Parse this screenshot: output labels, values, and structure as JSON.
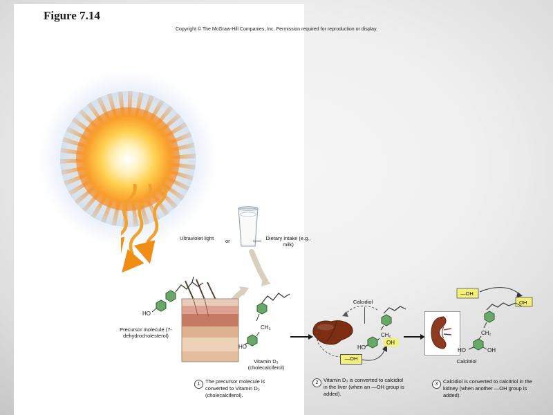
{
  "figure": {
    "title": "Figure 7.14"
  },
  "copyright": "Copyright © The McGraw-Hill Companies, Inc. Permission required for reproduction or display.",
  "labels": {
    "uv": "Ultraviolet light",
    "or": "or",
    "dietary": "Dietary intake (e.g., milk)",
    "precursor": "Precursor molecule (7-dehydrocholesterol)",
    "vitamin_name": "Vitamin D₃",
    "vitamin_sub": "(cholecalciferol)",
    "calcidiol": "Calcidiol",
    "calcitriol": "Calcitriol",
    "ho": "HO",
    "oh": "OH",
    "oh_added": "—OH",
    "ch2": "CH₂"
  },
  "steps": [
    {
      "num": "1",
      "text": "The precursor molecule is converted to Vitamin D₃ (cholecalciferol)."
    },
    {
      "num": "2",
      "text": "Vitamin D₃ is converted to calcidiol in the liver (when an —OH group is added)."
    },
    {
      "num": "3",
      "text": "Calcidiol is converted to calcitriol in the kidney (when another —OH group is added)."
    }
  ],
  "colors": {
    "ring_green": "#6aa86a",
    "highlight_yellow": "#f4ee7a",
    "liver_brown": "#7c2d12",
    "kidney_brown": "#8d3b20",
    "uv_orange": "#f2a02e"
  }
}
